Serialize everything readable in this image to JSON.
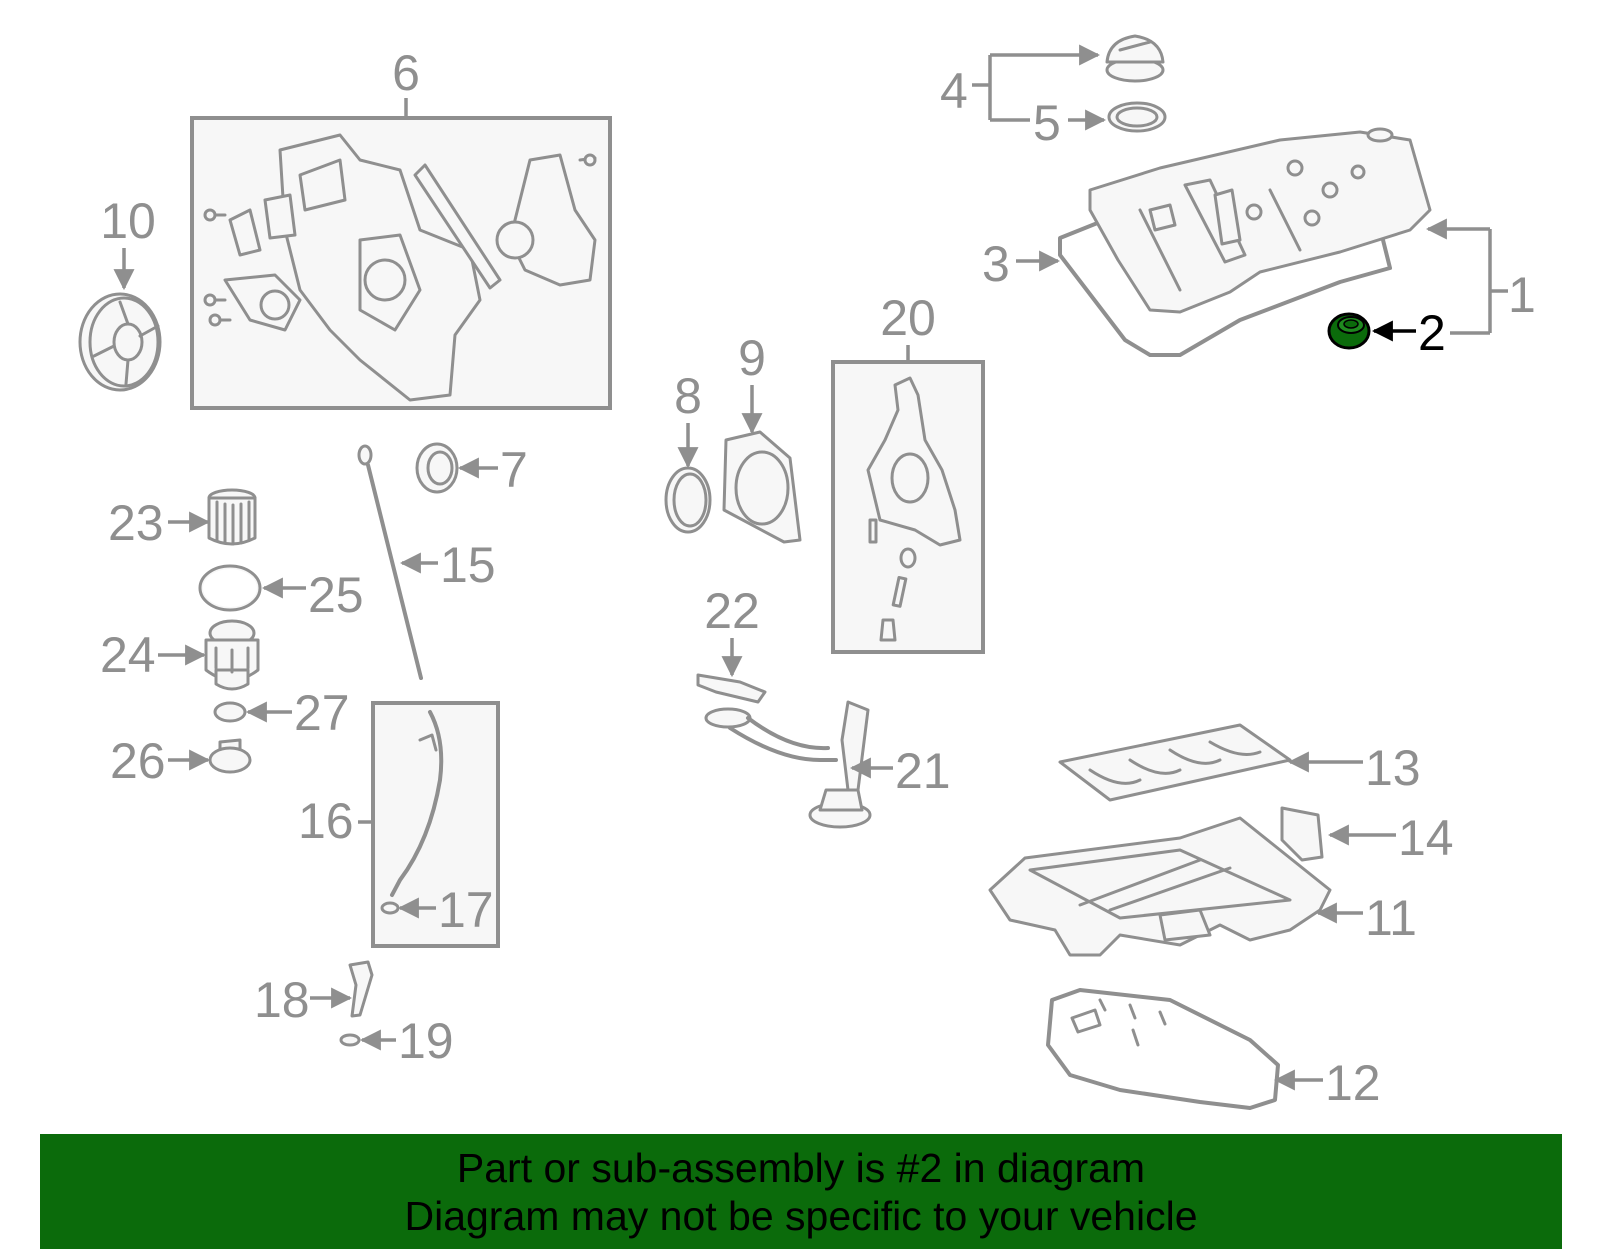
{
  "callouts": {
    "c1": "1",
    "c2": "2",
    "c3": "3",
    "c4": "4",
    "c5": "5",
    "c6": "6",
    "c7": "7",
    "c8": "8",
    "c9": "9",
    "c10": "10",
    "c11": "11",
    "c12": "12",
    "c13": "13",
    "c14": "14",
    "c15": "15",
    "c16": "16",
    "c17": "17",
    "c18": "18",
    "c19": "19",
    "c20": "20",
    "c21": "21",
    "c22": "22",
    "c23": "23",
    "c24": "24",
    "c25": "25",
    "c26": "26",
    "c27": "27"
  },
  "highlight_color": "#0b6b0b",
  "part_line_color": "#8f8f8f",
  "banner": {
    "line1": "Part or sub-assembly is #2 in diagram",
    "line2": "Diagram may not be specific to your vehicle"
  }
}
